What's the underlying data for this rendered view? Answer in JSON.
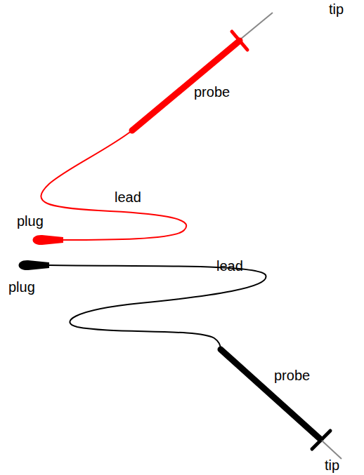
{
  "diagram": {
    "labels": [
      "tip",
      "probe",
      "lead",
      "plug",
      "lead",
      "plug",
      "probe",
      "tip"
    ]
  }
}
